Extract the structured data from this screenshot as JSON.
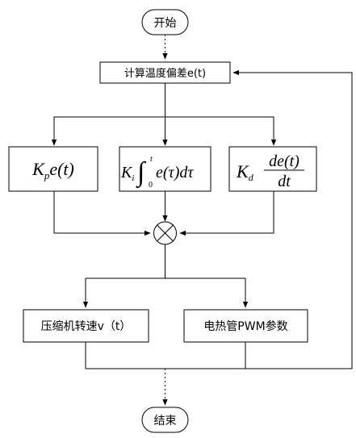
{
  "nodes": {
    "start": "开始",
    "compute_error": "计算温度偏差e(t)",
    "proportional": {
      "K": "K",
      "sub": "p",
      "expr": "e(t)"
    },
    "integral": {
      "K": "K",
      "sub": "i",
      "upper": "t",
      "lower": "0",
      "expr": "e(τ)dτ"
    },
    "derivative": {
      "K": "K",
      "sub": "d",
      "num": "de(t)",
      "den": "dt"
    },
    "compressor": "压缩机转速v（t）",
    "heater": "电热管PWM参数",
    "end": "结束"
  },
  "colors": {
    "line": "#000000",
    "fill": "#ffffff"
  }
}
